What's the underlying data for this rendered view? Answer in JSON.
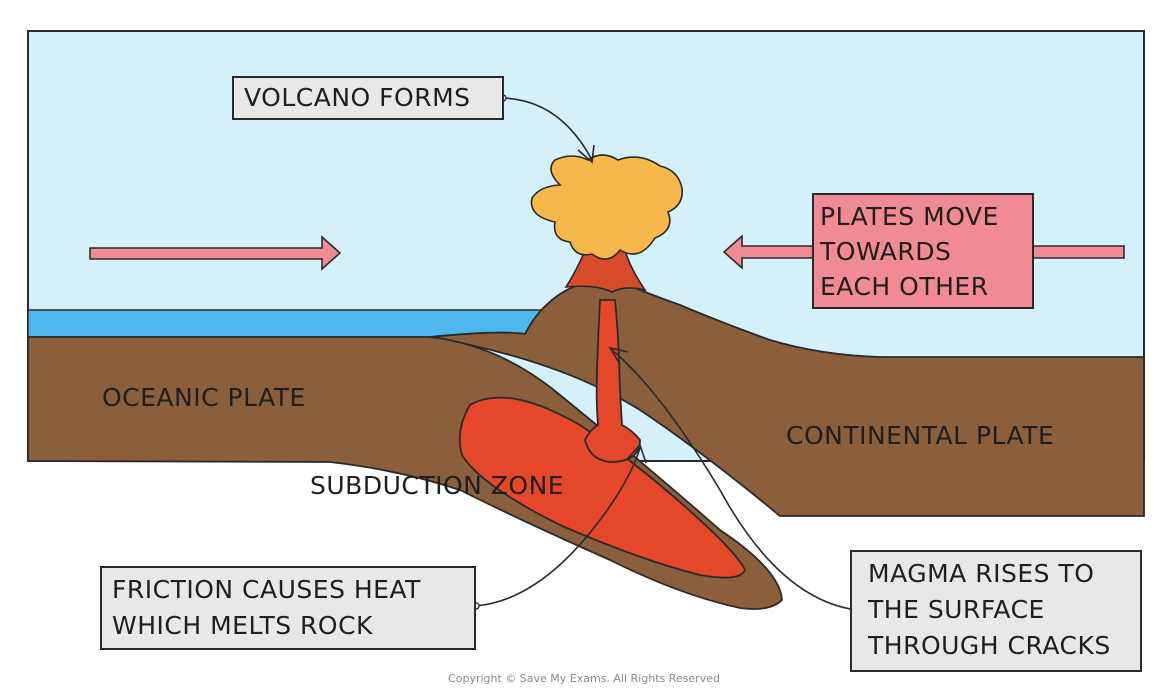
{
  "labels": {
    "volcano_forms": "VOLCANO FORMS",
    "plates_move": [
      "PLATES MOVE",
      "TOWARDS",
      "EACH OTHER"
    ],
    "oceanic_plate": "OCEANIC PLATE",
    "continental_plate": "CONTINENTAL PLATE",
    "subduction_zone": "SUBDUCTION ZONE",
    "friction": [
      "FRICTION CAUSES HEAT",
      "WHICH MELTS ROCK"
    ],
    "magma_rises": [
      "MAGMA RISES TO",
      "THE SURFACE",
      "THROUGH CRACKS"
    ]
  },
  "copyright": "Copyright © Save My Exams. All Rights Reserved",
  "colors": {
    "sky": "#d4f0f9",
    "ocean": "#4db8ee",
    "crust": "#8b5e3c",
    "magma": "#e4472a",
    "magma_dark": "#c9371f",
    "ash_cloud": "#f6b84b",
    "arrow_pink": "#f08a93",
    "label_box": "#e8e8e8"
  }
}
